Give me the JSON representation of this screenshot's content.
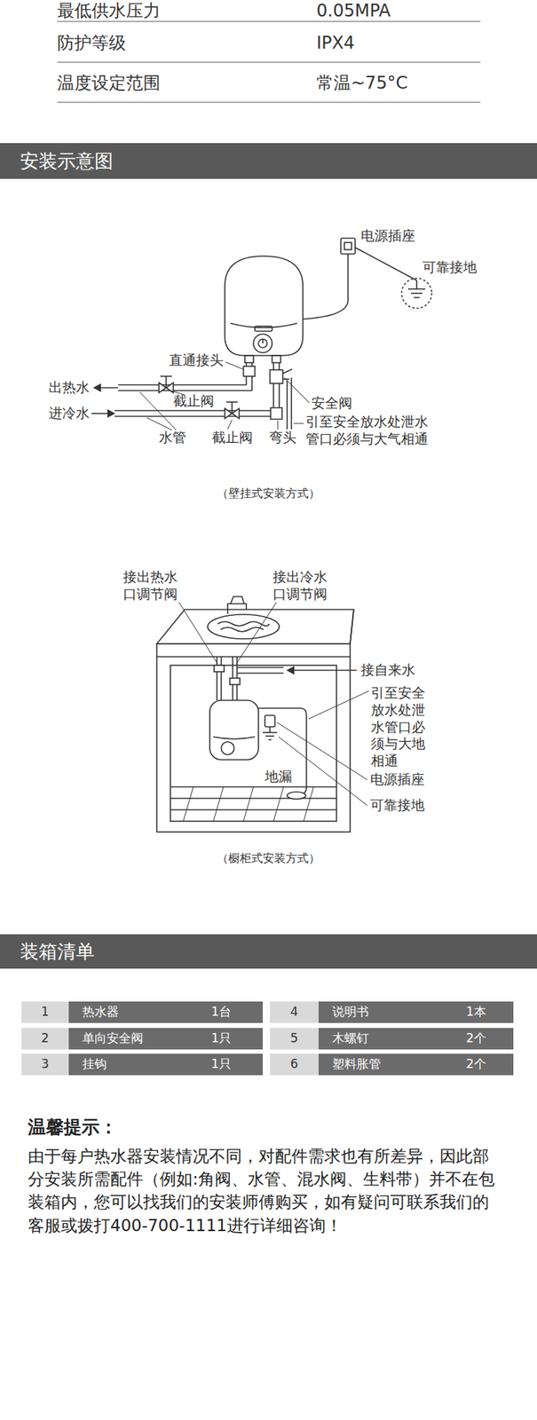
{
  "diagram": {
    "nodes": [
      {
        "text": [
          "安装示意图"
        ]
      },
      {
        "text": [
          "装箱清单"
        ]
      }
    ],
    "labels": [
      "最低供水压力",
      "0.05MPA",
      "防护等级",
      "IPX4",
      "温度设定范围",
      "常温~75°C",
      "电源插座",
      "可靠接地",
      "直通接头",
      "出热水",
      "截止阀",
      "进冷水",
      "安全阀",
      "水管",
      "截止阀",
      "弯头",
      "引至安全放水处泄水 管口必须与大气相通",
      "（壁挂式安装方式）",
      "接出热水 口调节阀",
      "接出冷水 口调节阀",
      "接自来水",
      "引至安全 放水处泄 水管口必 须与大地 相通",
      "地漏",
      "电源插座",
      "可靠接地",
      "（橱柜式安装方式）",
      "1",
      "热水器",
      "1台",
      "4",
      "说明书",
      "1本",
      "2",
      "单向安全阀",
      "1只",
      "5",
      "木螺钉",
      "2个",
      "3",
      "挂钩",
      "1只",
      "6",
      "塑料胀管",
      "2个",
      "温馨提示：",
      "由于每户热水器安装情况不同，对配件需求也有所差异，因此部 分安装所需配件（例如:角阀、水管、混水阀、生料带）并不在包 装箱内，您可以找我们的安装师傅购买，如有疑问可联系我们的 客服或拨打400-700-1111进行详细咨询！"
    ]
  }
}
